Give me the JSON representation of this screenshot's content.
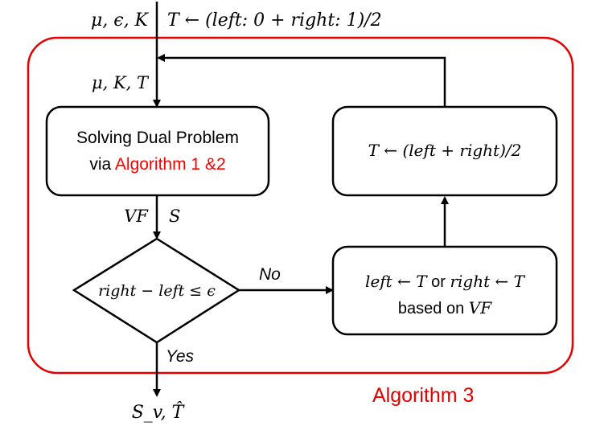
{
  "inputs": {
    "vars": "μ, ϵ, K",
    "init": "T ← (left: 0 + right: 1)/2"
  },
  "loop_inputs": "μ, K, T",
  "solve_box": {
    "line1": "Solving Dual Problem",
    "line2_prefix": "via ",
    "line2_highlight": "Algorithm 1 &2"
  },
  "solve_outputs": {
    "vf": "VF",
    "s": "S"
  },
  "decision": {
    "text": "right − left ≤ ϵ",
    "no_label": "No",
    "yes_label": "Yes"
  },
  "update_box": {
    "line1_left": "left ← T",
    "line1_or": " or ",
    "line1_right": "right ← T",
    "line2_prefix": "based on ",
    "line2_var": "VF"
  },
  "t_box": {
    "text": "T ← (left + right)/2"
  },
  "outputs": "S_v, T̂",
  "algorithm_label": "Algorithm 3",
  "colors": {
    "highlight": "#ff0000",
    "frame": "#e60000",
    "line": "#000000"
  }
}
